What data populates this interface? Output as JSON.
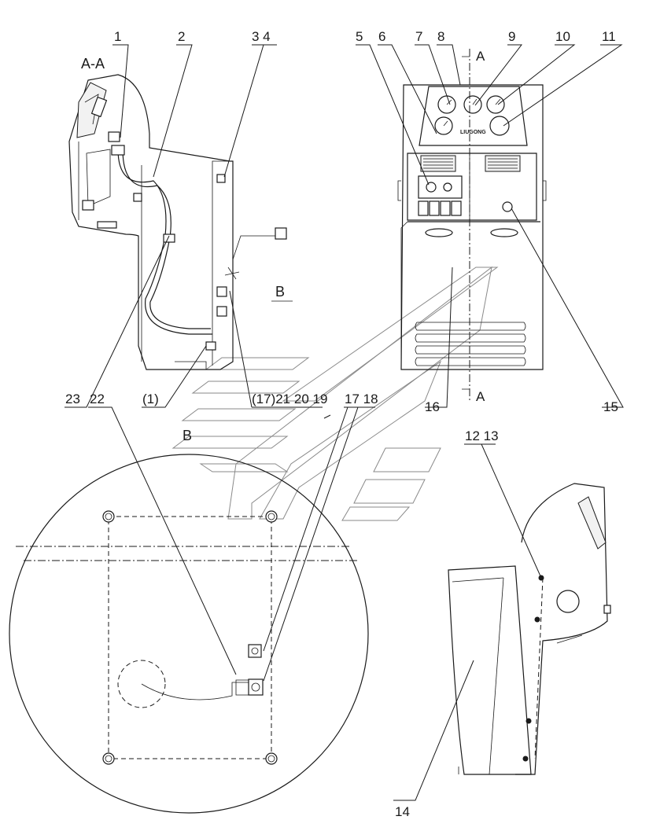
{
  "drawing": {
    "section_label": "A-A",
    "view_label_b": "B",
    "view_label_b_detail": "B",
    "section_mark_top": "A",
    "section_mark_bottom": "A",
    "panel_brand": "LIUGONG"
  },
  "part_numbers": {
    "p1": "1",
    "p2": "2",
    "p3_4": "3 4",
    "p5": "5",
    "p6": "6",
    "p7": "7",
    "p8": "8",
    "p9": "9",
    "p10": "10",
    "p11": "11",
    "p23": "23",
    "p22": "22",
    "p1_paren": "(1)",
    "p17_21_20_19": "(17)21 20 19",
    "p17_18": "17 18",
    "p16": "16",
    "p15": "15",
    "p12_13": "12 13",
    "p14": "14"
  },
  "colors": {
    "line": "#1a1a1a",
    "background": "#ffffff",
    "watermark": "#8a8a8a"
  }
}
